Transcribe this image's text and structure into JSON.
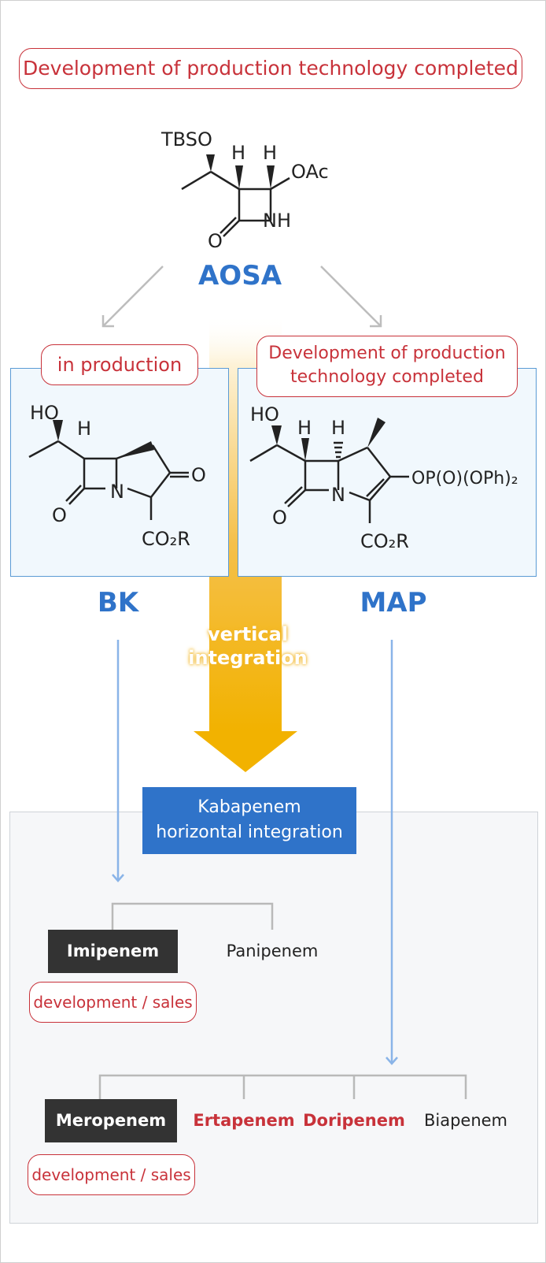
{
  "top_badge": "Development of production technology completed",
  "aosa": {
    "label": "AOSA",
    "atoms": {
      "tbso": "TBSO",
      "h1": "H",
      "h2": "H",
      "oac": "OAc",
      "nh": "NH",
      "o": "O"
    }
  },
  "bk": {
    "badge": "in production",
    "label": "BK",
    "atoms": {
      "ho": "HO",
      "h": "H",
      "o_ketone": "O",
      "n": "N",
      "o_lactam": "O",
      "co2r": "CO₂R"
    }
  },
  "map": {
    "badge": "Development of production\ntechnology completed",
    "label": "MAP",
    "atoms": {
      "ho": "HO",
      "h1": "H",
      "h2": "H",
      "n": "N",
      "o_lactam": "O",
      "op": "OP(O)(OPh)₂",
      "co2r": "CO₂R"
    }
  },
  "vertical_integration": "vertical\nintegration",
  "kabapenem": "Kabapenem\nhorizontal integration",
  "group1": {
    "imipenem": "Imipenem",
    "panipenem": "Panipenem",
    "badge": "development / sales"
  },
  "group2": {
    "meropenem": "Meropenem",
    "ertapenem": "Ertapenem",
    "doripenem": "Doripenem",
    "biapenem": "Biapenem",
    "badge": "development / sales"
  },
  "colors": {
    "accent_red": "#c8323a",
    "accent_blue": "#2f73c9",
    "arrow_gold": "#f2b200",
    "dark_box": "#333333",
    "line_blue": "#8ab4e8"
  }
}
